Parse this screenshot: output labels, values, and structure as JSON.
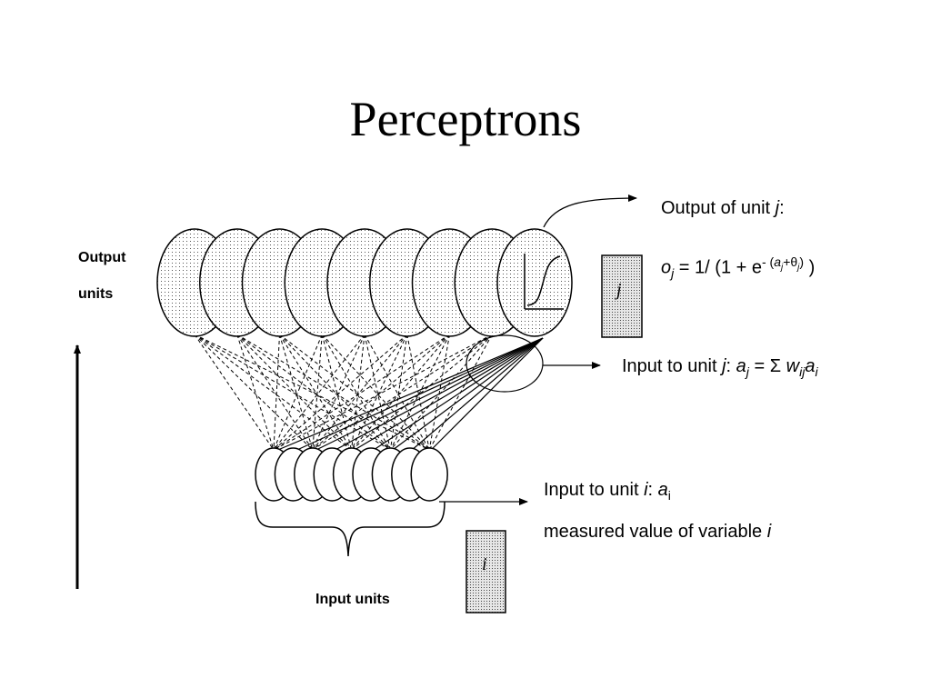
{
  "title": "Perceptrons",
  "output_units_label": [
    "Output",
    "units"
  ],
  "input_units_label": "Input units",
  "output_of_unit": {
    "prefix": "Output of unit ",
    "var": "j",
    "suffix": ":"
  },
  "output_formula": {
    "o": "o",
    "o_sub": "j",
    "middle": " = 1/ (1 + e",
    "exp_minus": "-",
    "exp_paren_open": "(",
    "exp_a": "a",
    "exp_a_sub": "j",
    "exp_plus_theta": "+θ",
    "exp_theta_sub": "j",
    "exp_paren_close": ")",
    "close": " )"
  },
  "input_to_j": {
    "prefix": "Input to unit ",
    "var": "j",
    "colon": ": ",
    "a": "a",
    "a_sub": "j",
    "eq": " = ",
    "sigma": "Σ",
    "w": " w",
    "w_sub": "ij",
    "a2": "a",
    "a2_sub": "i"
  },
  "input_to_i": {
    "prefix": "Input to unit ",
    "var": "i",
    "colon": ": ",
    "a": "a",
    "a_sub": "i"
  },
  "measured_value": {
    "prefix": "measured value of variable ",
    "var": "i"
  },
  "box_j_label": "j",
  "box_i_label": "i",
  "diagram": {
    "output_unit_count": 9,
    "input_unit_count": 9,
    "highlighted_output_unit": 9
  },
  "colors": {
    "stroke": "#000000",
    "fill": "#f2f2f2",
    "box_fill": "#d9d9d9"
  }
}
